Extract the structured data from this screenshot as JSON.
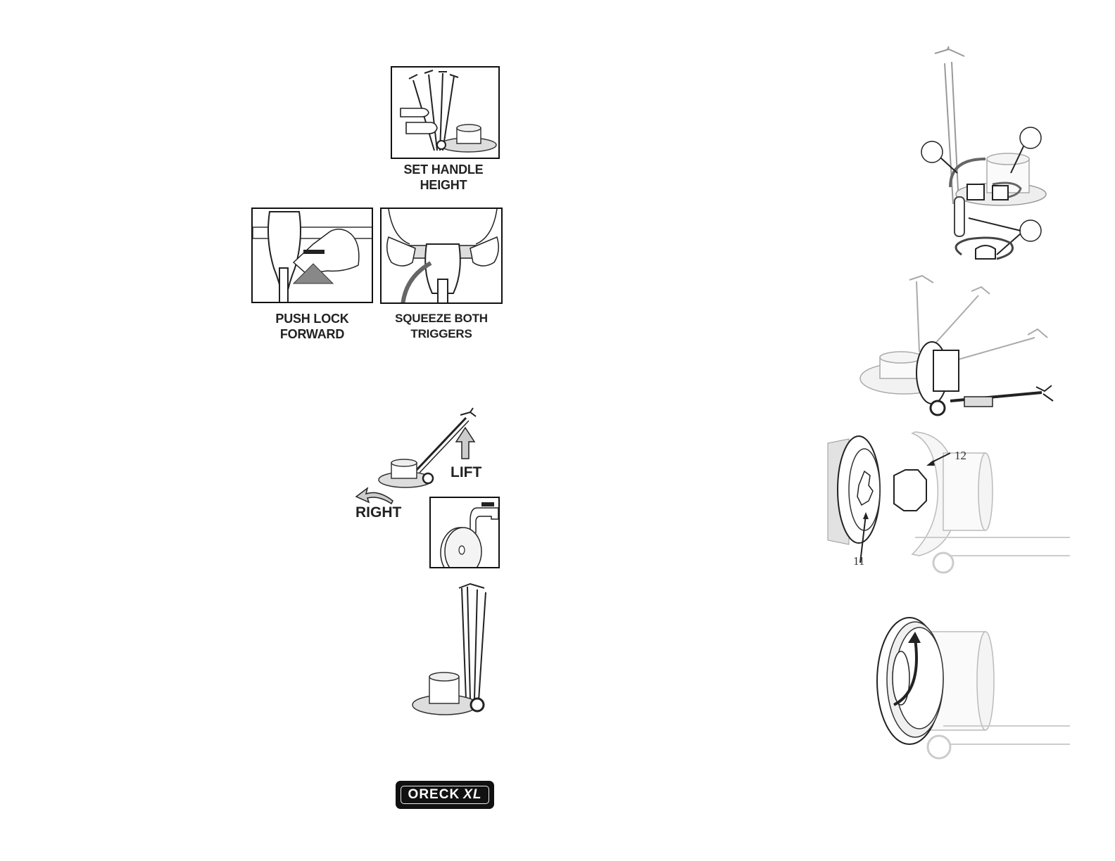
{
  "left_panel": {
    "handle_height_caption": [
      "SET HANDLE",
      "HEIGHT"
    ],
    "push_lock_caption": [
      "PUSH LOCK",
      "FORWARD"
    ],
    "squeeze_caption": [
      "SQUEEZE BOTH",
      "TRIGGERS"
    ],
    "lift_label": "LIFT",
    "right_label": "RIGHT"
  },
  "logo": {
    "brand": "ORECK",
    "suffix": "XL"
  },
  "right_panel": {
    "callout_11": "11",
    "callout_12": "12"
  },
  "icons": [
    "arrow-up-icon",
    "arrow-curved-left-icon",
    "faucet-icon",
    "outlet-icon",
    "rotate-arrow-icon"
  ]
}
